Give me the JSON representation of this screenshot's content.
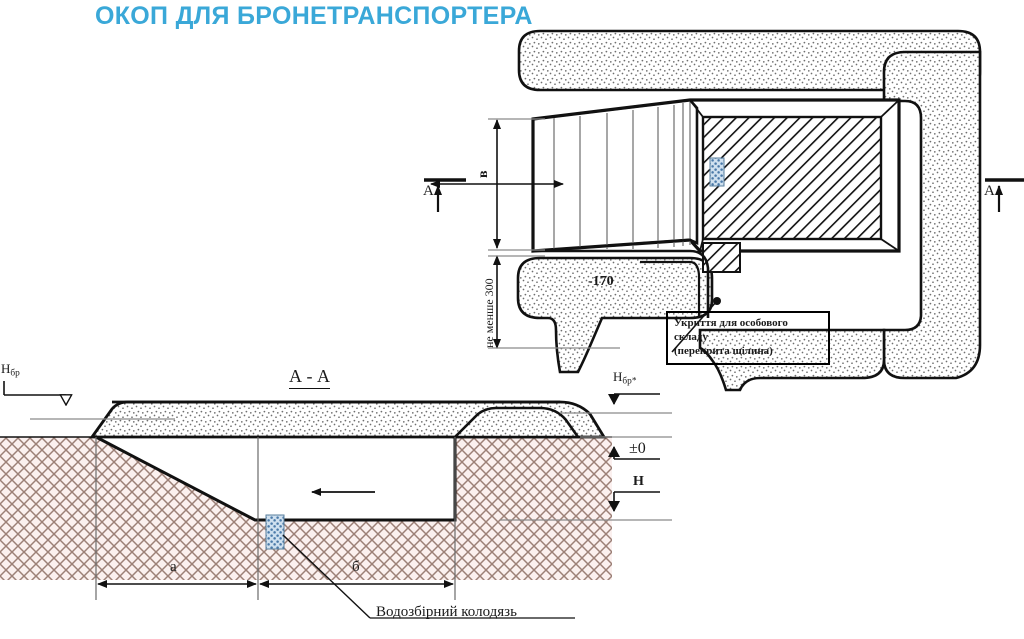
{
  "title": "ОКОП ДЛЯ БРОНЕТРАНСПОРТЕРА",
  "colors": {
    "title": "#3aa8d8",
    "ink": "#111111",
    "soil_hatch": "#9c8077",
    "soil_fill": "#fbf0ef",
    "parapet_stipple": "#6f6f6f",
    "well_blue": "#4a79a8",
    "thin_line": "#8a8a8a"
  },
  "plan": {
    "section_marker_left": {
      "letter": "А"
    },
    "section_marker_right": {
      "letter": "А"
    },
    "dim_width": {
      "label": "в"
    },
    "dim_depth": {
      "label": "не менше 300"
    },
    "elevation_mark": "-170",
    "callout": {
      "line1": "Укриття для особового",
      "line2": "складу",
      "line3": "(перекрита щілина)"
    }
  },
  "section": {
    "title": "А - А",
    "label_left_parapet": "Н",
    "label_left_parapet_sub": "бр",
    "label_right_parapet": "Н",
    "label_right_parapet_sub": "бр*",
    "label_zero": "±0",
    "label_depth": "Н",
    "dim_a": "а",
    "dim_b": "б",
    "well_caption": "Водозбірний колодязь"
  }
}
